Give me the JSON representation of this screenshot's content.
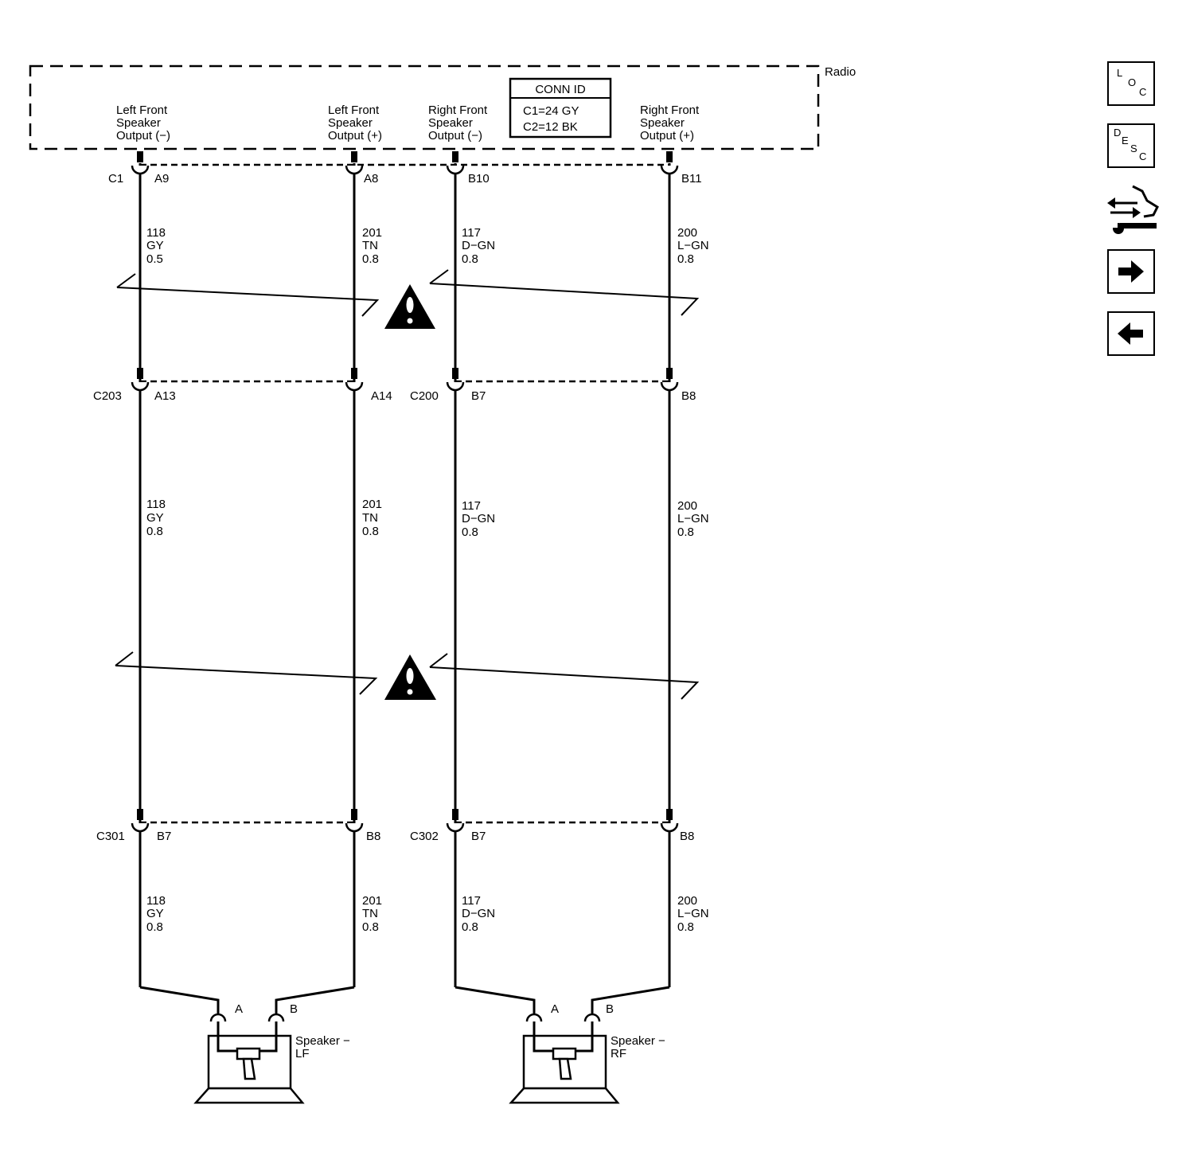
{
  "radio": {
    "label": "Radio",
    "outputs": [
      {
        "lines": [
          "Left Front",
          "Speaker",
          "Output (−)"
        ]
      },
      {
        "lines": [
          "Left Front",
          "Speaker",
          "Output (+)"
        ]
      },
      {
        "lines": [
          "Right Front",
          "Speaker",
          "Output (−)"
        ]
      },
      {
        "lines": [
          "Right Front",
          "Speaker",
          "Output (+)"
        ]
      }
    ],
    "conn_id": {
      "title": "CONN ID",
      "rows": [
        "C1=24 GY",
        "C2=12 BK"
      ]
    }
  },
  "connectors": [
    {
      "name": "C1",
      "pins": [
        "A9",
        "A8",
        "B10",
        "B11"
      ]
    },
    {
      "name_left": "C203",
      "name_right": "C200",
      "pins": [
        "A13",
        "A14",
        "B7",
        "B8"
      ]
    },
    {
      "name_left": "C301",
      "name_right": "C302",
      "pins": [
        "B7",
        "B8",
        "B7",
        "B8"
      ]
    }
  ],
  "wires": {
    "segment1": [
      [
        "118",
        "GY",
        "0.5"
      ],
      [
        "201",
        "TN",
        "0.8"
      ],
      [
        "117",
        "D−GN",
        "0.8"
      ],
      [
        "200",
        "L−GN",
        "0.8"
      ]
    ],
    "segment2": [
      [
        "118",
        "GY",
        "0.8"
      ],
      [
        "201",
        "TN",
        "0.8"
      ],
      [
        "117",
        "D−GN",
        "0.8"
      ],
      [
        "200",
        "L−GN",
        "0.8"
      ]
    ],
    "segment3": [
      [
        "118",
        "GY",
        "0.8"
      ],
      [
        "201",
        "TN",
        "0.8"
      ],
      [
        "117",
        "D−GN",
        "0.8"
      ],
      [
        "200",
        "L−GN",
        "0.8"
      ]
    ]
  },
  "speakers": [
    {
      "label_lines": [
        "Speaker −",
        "LF"
      ],
      "pin_a": "A",
      "pin_b": "B"
    },
    {
      "label_lines": [
        "Speaker −",
        "RF"
      ],
      "pin_a": "A",
      "pin_b": "B"
    }
  ],
  "nav": {
    "loc": {
      "l1": "L",
      "l2": "O",
      "l3": "C"
    },
    "desc": {
      "l1": "D",
      "l2": "E",
      "l3": "S",
      "l4": "C"
    },
    "icons": [
      "component-view-icon",
      "next-arrow-icon",
      "prev-arrow-icon"
    ]
  }
}
